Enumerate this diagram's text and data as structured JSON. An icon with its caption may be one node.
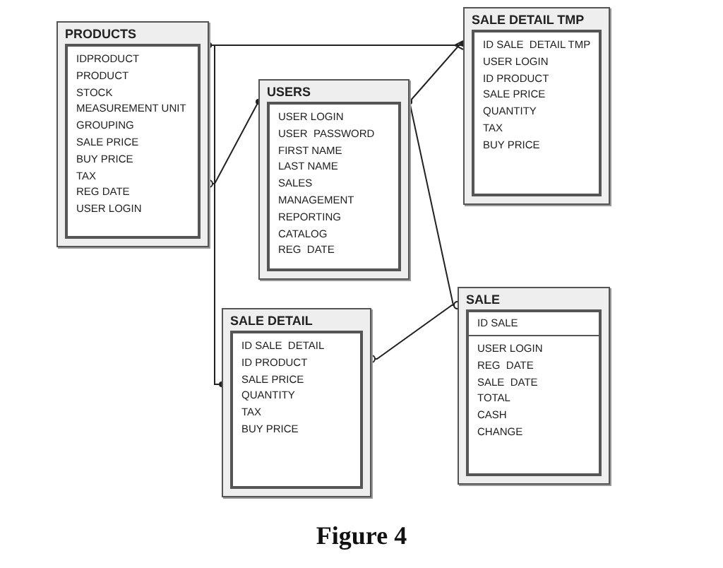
{
  "diagram": {
    "caption": "Figure 4",
    "nodes": [
      {
        "text": [
          "PRODUCTS",
          "IDPRODUCT",
          "PRODUCT",
          "STOCK",
          "MEASUREMENT UNIT",
          "GROUPING",
          "SALE PRICE",
          "BUY PRICE",
          "TAX",
          "REG DATE",
          "USER LOGIN"
        ]
      },
      {
        "text": [
          "SALE DETAIL TMP",
          "ID SALE  DETAIL TMP",
          "USER LOGIN",
          "ID PRODUCT",
          "SALE PRICE",
          "QUANTITY",
          "TAX",
          "BUY PRICE"
        ]
      },
      {
        "text": [
          "USERS",
          "USER LOGIN",
          "USER  PASSWORD",
          "FIRST NAME",
          "LAST NAME",
          "SALES",
          "MANAGEMENT",
          "REPORTING",
          "CATALOG",
          "REG  DATE"
        ]
      },
      {
        "text": [
          "SALE",
          "ID SALE",
          "USER LOGIN",
          "REG  DATE",
          "SALE  DATE",
          "TOTAL",
          "CASH",
          "CHANGE"
        ]
      },
      {
        "text": [
          "SALE DETAIL",
          "ID SALE  DETAIL",
          "ID PRODUCT",
          "SALE PRICE",
          "QUANTITY",
          "TAX",
          "BUY PRICE"
        ]
      }
    ],
    "edges": [
      {
        "from": 0,
        "to": 1,
        "arrow": "other"
      },
      {
        "from": 0,
        "to": 4,
        "arrow": "other"
      },
      {
        "from": 2,
        "to": 0,
        "arrow": "other"
      },
      {
        "from": 2,
        "to": 1,
        "arrow": "other"
      },
      {
        "from": 2,
        "to": 3,
        "arrow": "other"
      },
      {
        "from": 4,
        "to": 3,
        "arrow": "other"
      }
    ]
  }
}
